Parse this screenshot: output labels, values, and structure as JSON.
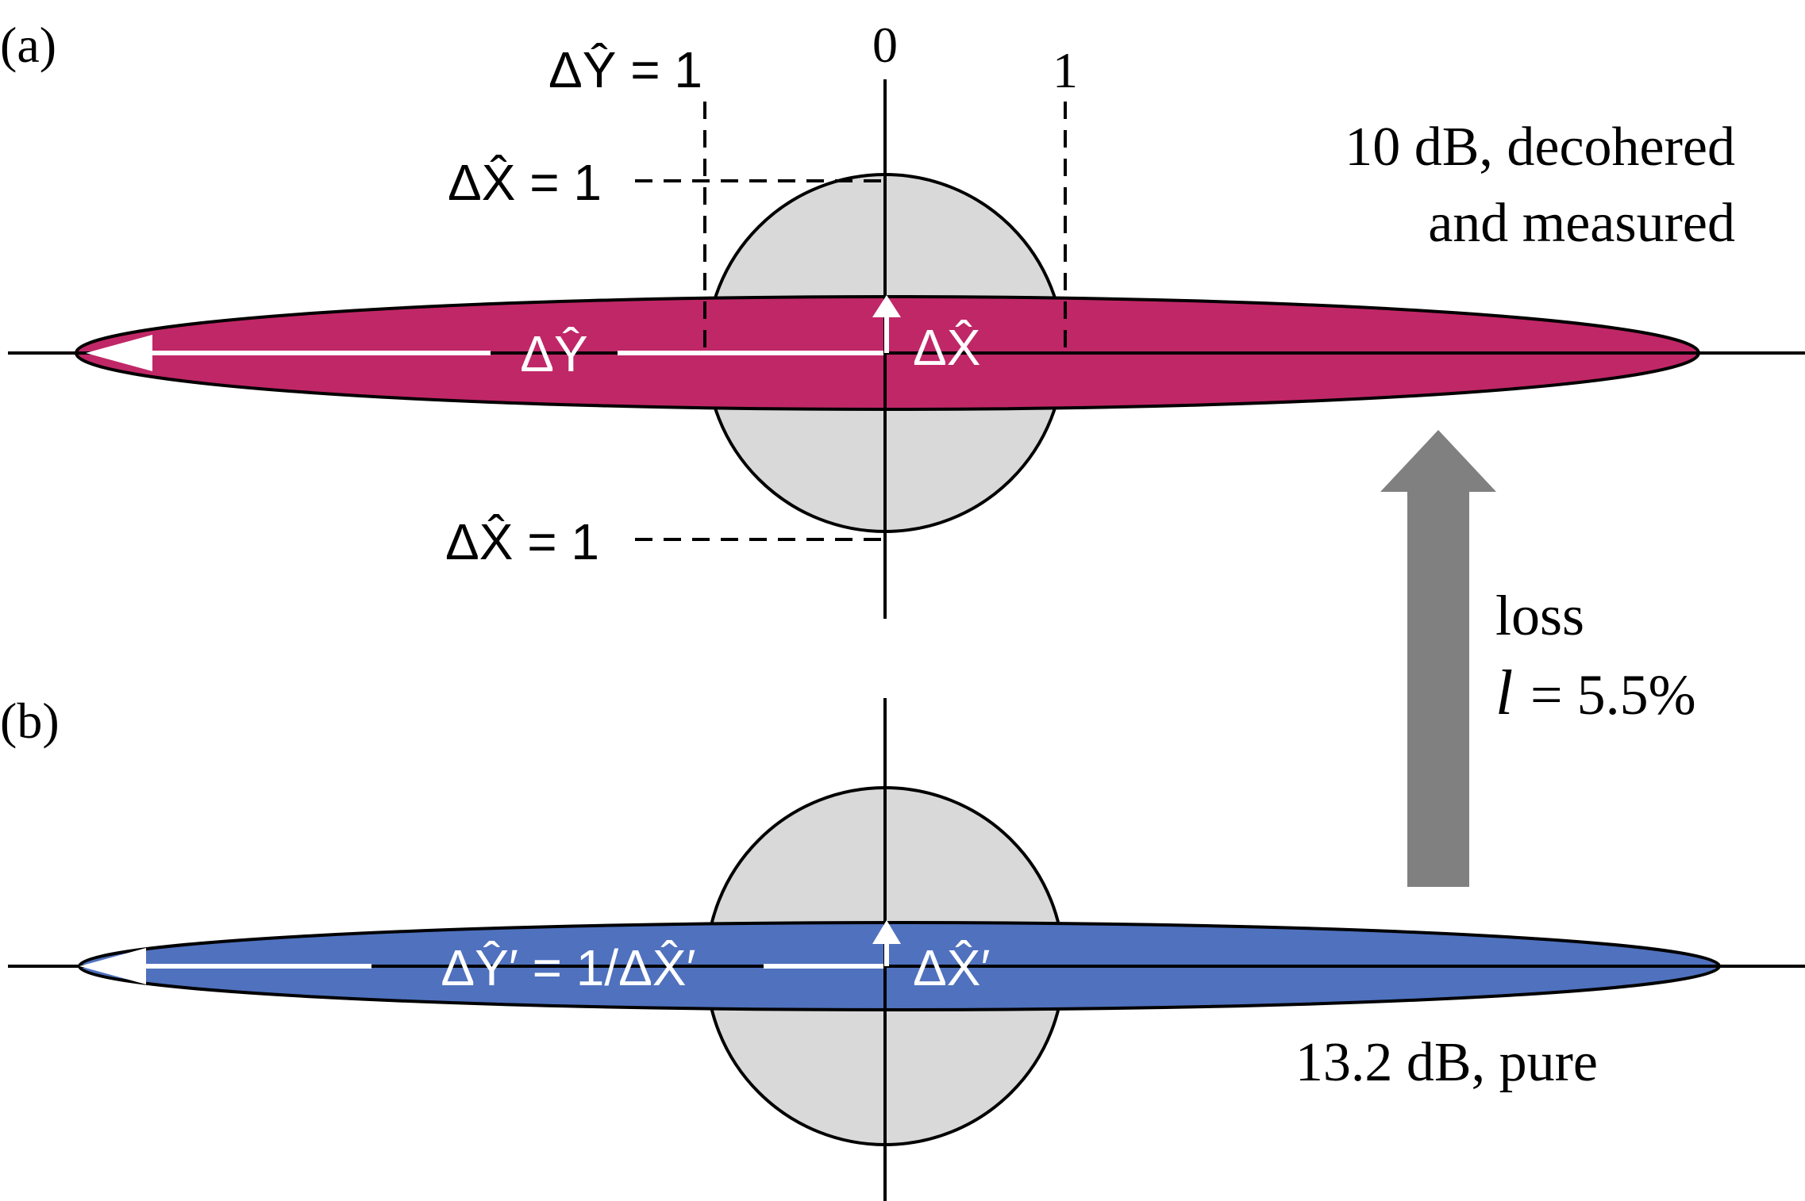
{
  "panels": {
    "a": {
      "label": "(a)",
      "ellipse_color": "#C02767",
      "tick_zero": "0",
      "tick_one": "1",
      "dy_eq": "ΔŶ = 1",
      "dx_eq_top": "ΔX̂ = 1",
      "dx_eq_bottom": "ΔX̂ = 1",
      "dy_arrow_label": "ΔŶ",
      "dx_arrow_label": "ΔX̂",
      "caption_line1": "10 dB, decohered",
      "caption_line2": "and measured"
    },
    "b": {
      "label": "(b)",
      "ellipse_color": "#4F71BE",
      "dy_arrow_label": "ΔŶ′ = 1/ΔX̂′",
      "dx_arrow_label": "ΔX̂′",
      "caption": "13.2 dB, pure"
    }
  },
  "loss": {
    "line1": "loss",
    "symbol": "l",
    "value": "= 5.5%",
    "arrow_color": "#808080"
  },
  "colors": {
    "circle_fill": "#D9D9D9",
    "line": "#000000",
    "label_on_ellipse": "#FFFFFF"
  }
}
